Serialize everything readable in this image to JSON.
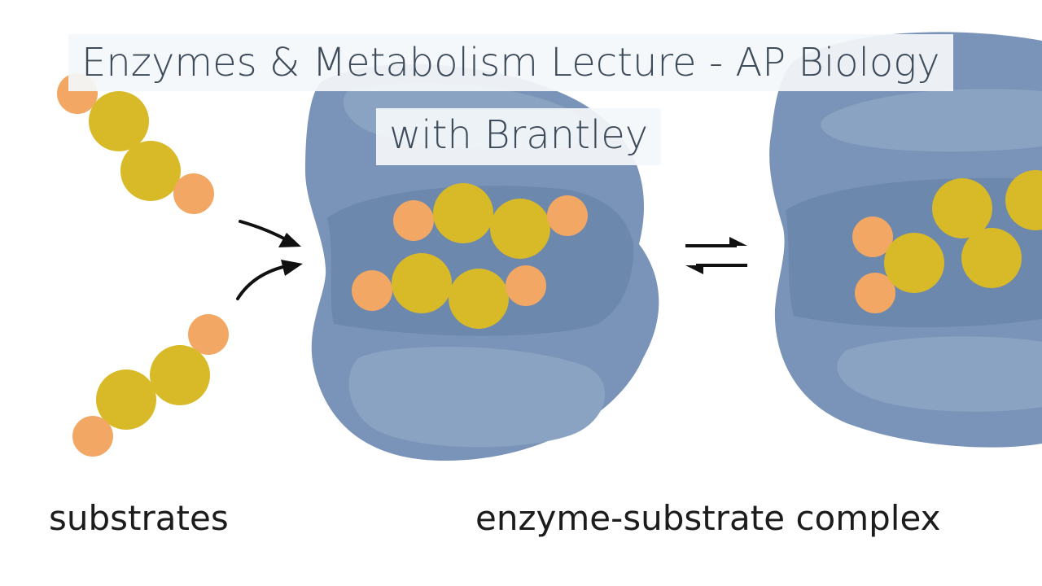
{
  "title": {
    "line1": "Enzymes & Metabolism Lecture - AP Biology",
    "line2": "with Brantley"
  },
  "labels": {
    "substrates": "substrates",
    "complex": "enzyme-substrate complex"
  },
  "colors": {
    "enzyme": "#7a93b8",
    "enzyme_dark": "#6d88ad",
    "enzyme_light": "#8aa3c2",
    "substrate_large": "#d8b927",
    "substrate_small": "#f2a764",
    "arrow": "#111111",
    "title_text": "#3e4b5a"
  }
}
